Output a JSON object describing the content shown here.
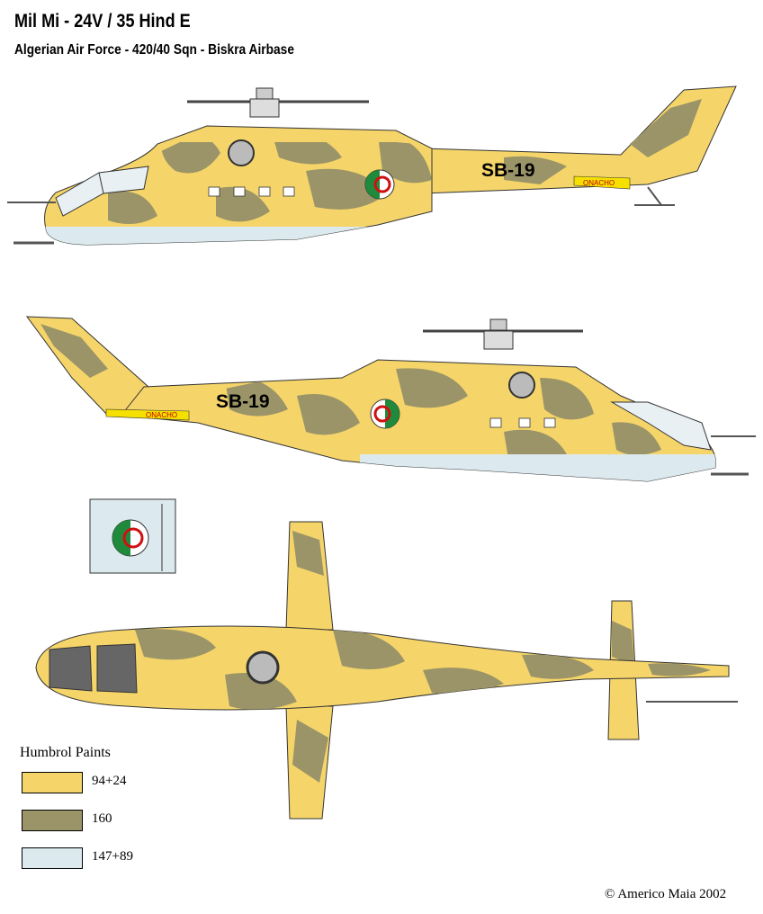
{
  "header": {
    "title": "Mil Mi - 24V / 35   Hind E",
    "subtitle": "Algerian Air Force - 420/40 Sqn - Biskra Airbase"
  },
  "markings": {
    "serial": "SB-19",
    "tail_text": "ONACHO"
  },
  "legend": {
    "title": "Humbrol Paints",
    "items": [
      {
        "label": "94+24",
        "color": "#f5d56a"
      },
      {
        "label": "160",
        "color": "#9b9468"
      },
      {
        "label": "147+89",
        "color": "#dceaef"
      }
    ]
  },
  "footer": {
    "copyright": "© Americo Maia 2002"
  },
  "colors": {
    "sand": "#f5d56a",
    "olive": "#9b9468",
    "underside": "#dceaef",
    "roundel_green": "#1f8a3c",
    "roundel_red": "#d01010",
    "glass": "#e8f0f4",
    "dark": "#555555"
  }
}
